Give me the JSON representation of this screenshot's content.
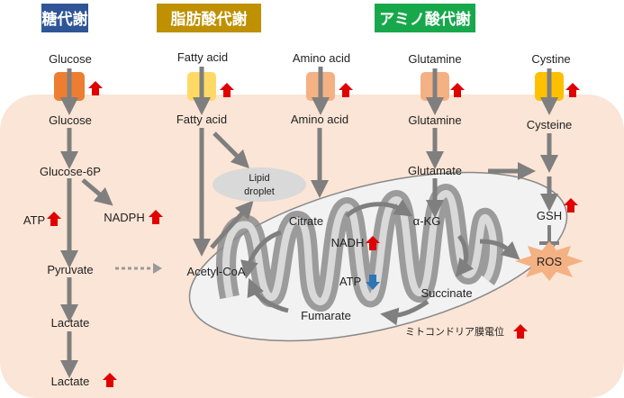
{
  "headers": {
    "glucose_metabolism": "糖代謝",
    "fatty_acid_metabolism": "脂肪酸代謝",
    "amino_acid_metabolism": "アミノ酸代謝"
  },
  "colors": {
    "glucose_header": "#2f5597",
    "fatty_header": "#bf9000",
    "amino_header": "#17a84b",
    "cell": "#fbe5d6",
    "arrow": "#7f7f7f",
    "up": "#e00000",
    "down": "#2e75b6"
  },
  "outside": {
    "glucose": "Glucose",
    "fatty_acid": "Fatty acid",
    "amino_acid": "Amino acid",
    "glutamine": "Glutamine",
    "cystine": "Cystine"
  },
  "inside": {
    "glucose": "Glucose",
    "glucose6p": "Glucose-6P",
    "atp": "ATP",
    "nadph": "NADPH",
    "pyruvate": "Pyruvate",
    "lactate": "Lactate",
    "lactate_out": "Lactate",
    "fatty_acid": "Fatty acid",
    "amino_acid": "Amino acid",
    "glutamine": "Glutamine",
    "glutamate": "Glutamate",
    "cysteine": "Cysteine",
    "gsh": "GSH",
    "ros": "ROS",
    "lipid1": "Lipid",
    "lipid2": "droplet"
  },
  "mito": {
    "acetyl_coa": "Acetyl-CoA",
    "citrate": "Citrate",
    "akg": "α-KG",
    "nadh": "NADH",
    "atp": "ATP",
    "succinate": "Succinate",
    "fumarate": "Fumarate",
    "membrane_potential": "ミトコンドリア膜電位"
  }
}
